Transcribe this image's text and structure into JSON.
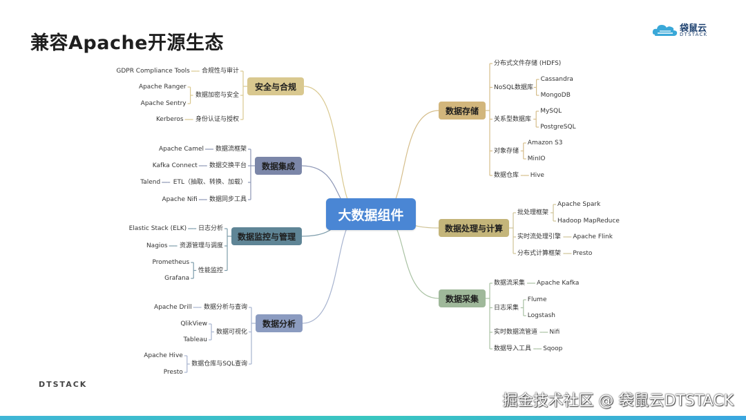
{
  "title": "兼容Apache开源生态",
  "logo": {
    "cn": "袋鼠云",
    "en": "DTSTACK"
  },
  "footer_logo": "DTSTACK",
  "watermark": "掘金技术社区 @ 袋鼠云DTSTACK",
  "root": {
    "label": "大数据组件",
    "color": "#4a86d4"
  },
  "left": [
    {
      "label": "安全与合规",
      "color": "#d9c88f",
      "line": "#d9c88f",
      "children": [
        {
          "label": "合规性与审计",
          "children": [
            "GDPR Compliance Tools"
          ]
        },
        {
          "label": "数据加密与安全",
          "children": [
            "Apache Ranger",
            "Apache Sentry"
          ]
        },
        {
          "label": "身份认证与授权",
          "children": [
            "Kerberos"
          ]
        }
      ]
    },
    {
      "label": "数据集成",
      "color": "#7b86a8",
      "line": "#8c96b5",
      "children": [
        {
          "label": "数据流框架",
          "children": [
            "Apache Camel"
          ]
        },
        {
          "label": "数据交换平台",
          "children": [
            "Kafka Connect"
          ]
        },
        {
          "label": "ETL（抽取、转换、加载）",
          "children": [
            "Talend"
          ]
        },
        {
          "label": "数据同步工具",
          "children": [
            "Apache Nifi"
          ]
        }
      ]
    },
    {
      "label": "数据监控与管理",
      "color": "#5f8596",
      "line": "#7d9cab",
      "children": [
        {
          "label": "日志分析",
          "children": [
            "Elastic Stack (ELK)"
          ]
        },
        {
          "label": "资源管理与调度",
          "children": [
            "Nagios"
          ]
        },
        {
          "label": "性能监控",
          "children": [
            "Prometheus",
            "Grafana"
          ]
        }
      ]
    },
    {
      "label": "数据分析",
      "color": "#8b9bc0",
      "line": "#a7b3cf",
      "children": [
        {
          "label": "数据分析与查询",
          "children": [
            "Apache Drill"
          ]
        },
        {
          "label": "数据可视化",
          "children": [
            "QlikView",
            "Tableau"
          ]
        },
        {
          "label": "数据仓库与SQL查询",
          "children": [
            "Apache Hive",
            "Presto"
          ]
        }
      ]
    }
  ],
  "right": [
    {
      "label": "数据存储",
      "color": "#d2b67c",
      "line": "#d5bd8a",
      "children": [
        {
          "label": "分布式文件存储 (HDFS)",
          "children": []
        },
        {
          "label": "NoSQL数据库",
          "children": [
            "Cassandra",
            "MongoDB"
          ]
        },
        {
          "label": "关系型数据库",
          "children": [
            "MySQL",
            "PostgreSQL"
          ]
        },
        {
          "label": "对象存储",
          "children": [
            "Amazon S3",
            "MinIO"
          ]
        },
        {
          "label": "数据仓库",
          "children": [
            "Hive"
          ]
        }
      ]
    },
    {
      "label": "数据处理与计算",
      "color": "#c4b57a",
      "line": "#cfc396",
      "children": [
        {
          "label": "批处理框架",
          "children": [
            "Apache Spark",
            "Hadoop MapReduce"
          ]
        },
        {
          "label": "实时流处理引擎",
          "children": [
            "Apache Flink"
          ]
        },
        {
          "label": "分布式计算框架",
          "children": [
            "Presto"
          ]
        }
      ]
    },
    {
      "label": "数据采集",
      "color": "#9fb89a",
      "line": "#a9c2a3",
      "children": [
        {
          "label": "数据流采集",
          "children": [
            "Apache Kafka"
          ]
        },
        {
          "label": "日志采集",
          "children": [
            "Flume",
            "Logstash"
          ]
        },
        {
          "label": "实时数据流管道",
          "children": [
            "Nifi"
          ]
        },
        {
          "label": "数据导入工具",
          "children": [
            "Sqoop"
          ]
        }
      ]
    }
  ]
}
